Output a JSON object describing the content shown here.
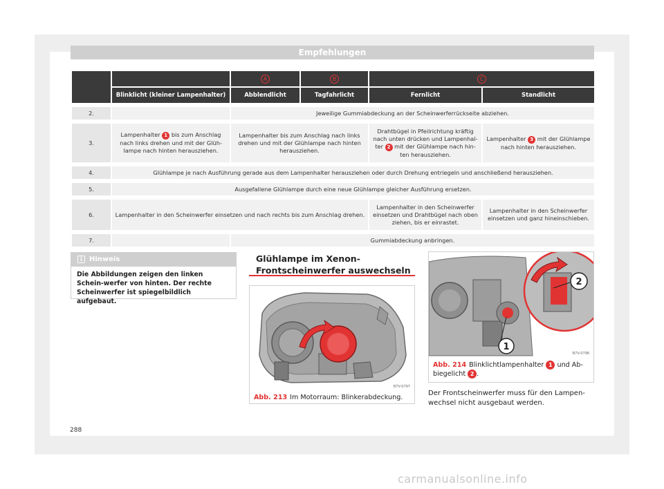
{
  "header": {
    "title": "Empfehlungen"
  },
  "table": {
    "groups": [
      "A",
      "B",
      "C"
    ],
    "columns": [
      "Blinklicht (kleiner Lampenhalter)",
      "Abblendlicht",
      "Tagfahrlicht",
      "Fernlicht",
      "Standlicht"
    ],
    "rows": {
      "r2": {
        "num": "2.",
        "text": "Jeweilige Gummiabdeckung an der Scheinwerferrückseite abziehen."
      },
      "r3": {
        "num": "3.",
        "c1_pre": "Lampenhalter",
        "c1_ref": "1",
        "c1_post": "bis zum Anschlag nach links drehen und mit der Glüh-lampe nach hinten herausziehen.",
        "c2": "Lampenhalter bis zum Anschlag nach links drehen und mit der Glühlampe nach hinten herausziehen.",
        "c3_pre": "Drahtbügel in Pfeilrichtung kräftig nach unten drücken und Lampenhal-ter",
        "c3_ref": "2",
        "c3_post": "mit der Glühlampe nach hin-ten herausziehen.",
        "c4_pre": "Lampenhalter",
        "c4_ref": "3",
        "c4_post": "mit der Glühlampe nach hinten herausziehen."
      },
      "r4": {
        "num": "4.",
        "text": "Glühlampe je nach Ausführung gerade aus dem Lampenhalter herausziehen oder durch Drehung entriegeln und anschließend herausziehen."
      },
      "r5": {
        "num": "5.",
        "text": "Ausgefallene Glühlampe durch eine neue Glühlampe gleicher Ausführung ersetzen."
      },
      "r6": {
        "num": "6.",
        "c1": "Lampenhalter in den Scheinwerfer einsetzen und nach rechts bis zum Anschlag drehen.",
        "c2": "Lampenhalter in den Scheinwerfer einsetzen und Drahtbügel nach oben ziehen, bis er einrastet.",
        "c3": "Lampenhalter in den Scheinwerfer einsetzen und ganz hineinschieben."
      },
      "r7": {
        "num": "7.",
        "text": "Gummiabdeckung anbringen."
      }
    }
  },
  "hint": {
    "title": "Hinweis",
    "body": "Die Abbildungen zeigen den linken Schein-werfer von hinten. Der rechte Scheinwerfer ist spiegelbildlich aufgebaut."
  },
  "section": {
    "title": "Glühlampe im Xenon-Frontscheinwerfer auswechseln"
  },
  "fig213": {
    "abb": "Abb. 213",
    "caption": "Im Motorraum: Blinkerabdeckung.",
    "code": "B7V-0797"
  },
  "fig214": {
    "abb": "Abb. 214",
    "cap_pre": "Blinklichtlampenhalter",
    "ref1": "1",
    "cap_mid": "und Ab-biegelicht",
    "ref2": "2",
    "cap_post": ".",
    "code": "B7V-0798",
    "callout1": "1",
    "callout2": "2"
  },
  "paragraph": "Der Frontscheinwerfer muss für den Lampen-wechsel nicht ausgebaut werden.",
  "page_number": "288",
  "watermark": "carmanualsonline.info",
  "colors": {
    "accent": "#e23333",
    "header_gray": "#cfcfcf",
    "table_dark": "#3a3a3a"
  }
}
